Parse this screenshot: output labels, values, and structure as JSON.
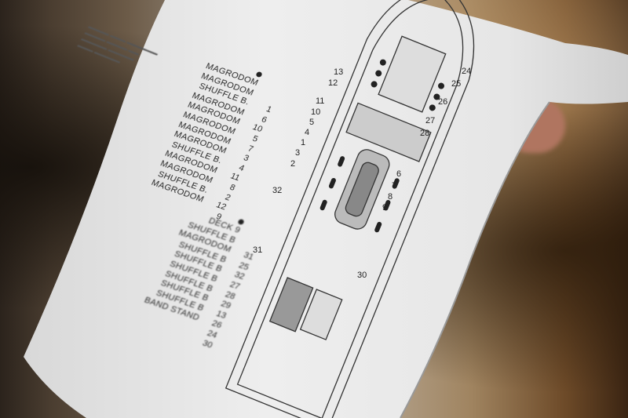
{
  "list_top": {
    "items": [
      {
        "label": "MAGRODOM",
        "num": ""
      },
      {
        "label": "MAGRODOM",
        "num": ""
      },
      {
        "label": "SHUFFLE B.",
        "num": "1"
      },
      {
        "label": "MAGRODOM",
        "num": "6"
      },
      {
        "label": "MAGRODOM",
        "num": "10"
      },
      {
        "label": "MAGRODOM",
        "num": "5"
      },
      {
        "label": "MAGRODOM",
        "num": "7"
      },
      {
        "label": "MAGRODOM",
        "num": "3"
      },
      {
        "label": "SHUFFLE B.",
        "num": "4"
      },
      {
        "label": "MAGRODOM",
        "num": "11"
      },
      {
        "label": "MAGRODOM",
        "num": "8"
      },
      {
        "label": "SHUFFLE B.",
        "num": "2"
      },
      {
        "label": "MAGRODOM",
        "num": "12"
      },
      {
        "label": "",
        "num": "9"
      }
    ]
  },
  "list_bottom": {
    "items": [
      {
        "label": "DECK 9",
        "num": ""
      },
      {
        "label": "SHUFFLE B",
        "num": ""
      },
      {
        "label": "MAGRODOM",
        "num": "31"
      },
      {
        "label": "SHUFFLE B",
        "num": "25"
      },
      {
        "label": "SHUFFLE B",
        "num": "32"
      },
      {
        "label": "SHUFFLE B",
        "num": "27"
      },
      {
        "label": "SHUFFLE B",
        "num": "28"
      },
      {
        "label": "SHUFFLE B",
        "num": "29"
      },
      {
        "label": "SHUFFLE B",
        "num": "13"
      },
      {
        "label": "BAND STAND",
        "num": "26"
      },
      {
        "label": "",
        "num": "24"
      },
      {
        "label": "",
        "num": "30"
      }
    ]
  },
  "map_labels": [
    "13",
    "12",
    "11",
    "10",
    "5",
    "4",
    "1",
    "3",
    "2",
    "32",
    "6",
    "7",
    "8",
    "9",
    "31",
    "30",
    "27",
    "28",
    "26",
    "25",
    "24"
  ]
}
